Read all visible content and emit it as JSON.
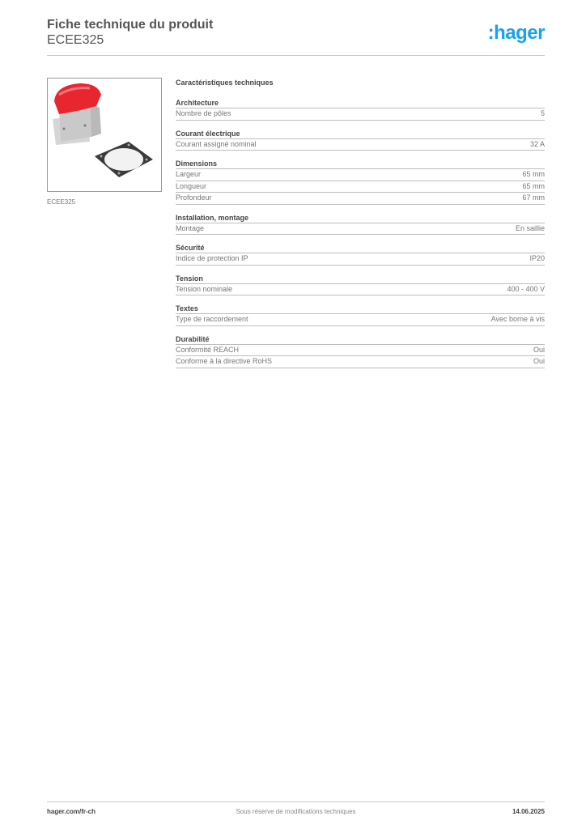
{
  "header": {
    "title": "Fiche technique du produit",
    "product_code": "ECEE325",
    "logo": ":hager",
    "logo_color": "#1aa3e8"
  },
  "image": {
    "caption": "ECEE325",
    "icon": "product-photo-cee-socket-with-gasket"
  },
  "specs": {
    "title": "Caractéristiques techniques",
    "groups": [
      {
        "heading": "Architecture",
        "rows": [
          {
            "label": "Nombre de pôles",
            "value": "5"
          }
        ]
      },
      {
        "heading": "Courant électrique",
        "rows": [
          {
            "label": "Courant assigné nominal",
            "value": "32 A"
          }
        ]
      },
      {
        "heading": "Dimensions",
        "rows": [
          {
            "label": "Largeur",
            "value": "65 mm"
          },
          {
            "label": "Longueur",
            "value": "65 mm"
          },
          {
            "label": "Profondeur",
            "value": "67 mm"
          }
        ]
      },
      {
        "heading": "Installation, montage",
        "rows": [
          {
            "label": "Montage",
            "value": "En saillie"
          }
        ]
      },
      {
        "heading": "Sécurité",
        "rows": [
          {
            "label": "Indice de protection IP",
            "value": "IP20"
          }
        ]
      },
      {
        "heading": "Tension",
        "rows": [
          {
            "label": "Tension nominale",
            "value": "400 - 400 V"
          }
        ]
      },
      {
        "heading": "Textes",
        "rows": [
          {
            "label": "Type de raccordement",
            "value": "Avec borne à vis"
          }
        ]
      },
      {
        "heading": "Durabilité",
        "rows": [
          {
            "label": "Conformité REACH",
            "value": "Oui"
          },
          {
            "label": "Conforme à la directive RoHS",
            "value": "Oui"
          }
        ]
      }
    ]
  },
  "footer": {
    "website": "hager.com/fr-ch",
    "disclaimer": "Sous réserve de modifications techniques",
    "date": "14.06.2025"
  }
}
